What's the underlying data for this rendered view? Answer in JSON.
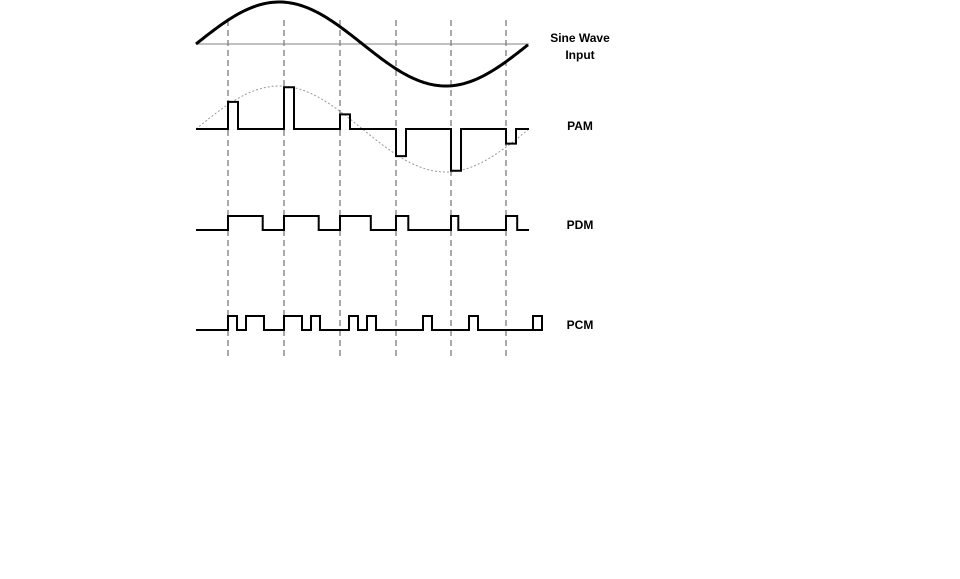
{
  "labels": {
    "sine_line1": "Sine Wave",
    "sine_line2": "Input",
    "pam": "PAM",
    "pdm": "PDM",
    "pcm": "PCM"
  },
  "colors": {
    "stroke": "#000000",
    "axis": "#808080",
    "sample_line": "#555555",
    "ghost_sine": "#999999",
    "background": "#ffffff"
  },
  "signals": {
    "sample_count": 6,
    "pam_amplitudes": [
      0.63,
      0.97,
      0.34,
      -0.63,
      -0.97,
      -0.34
    ],
    "pdm_widths": [
      0.62,
      0.62,
      0.55,
      0.22,
      0.13,
      0.2
    ],
    "pcm_codes": [
      "1011",
      "1101",
      "0101",
      "0001",
      "0010",
      "0001"
    ]
  }
}
